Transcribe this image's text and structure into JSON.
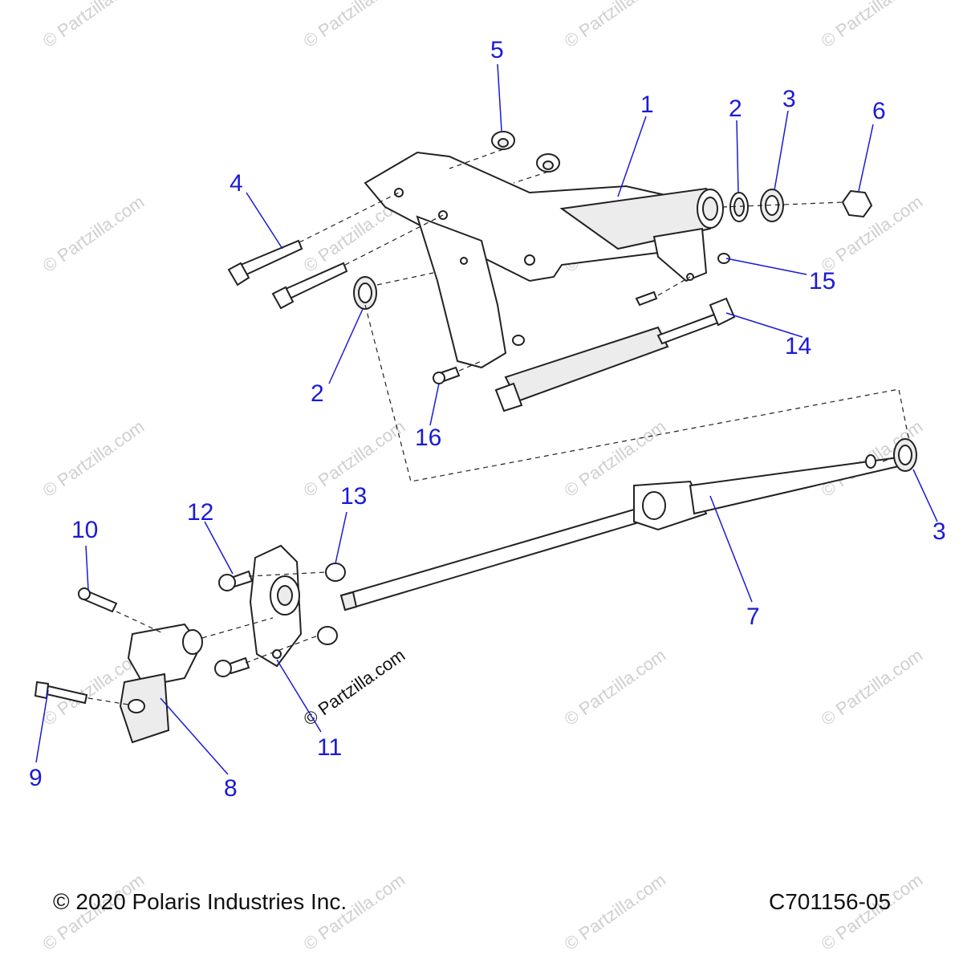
{
  "footer": {
    "copyright": "© 2020 Polaris Industries Inc.",
    "figure_id": "C701156-05"
  },
  "watermark": {
    "text": "© Partzilla.com"
  },
  "callouts": [
    {
      "num": "1"
    },
    {
      "num": "2"
    },
    {
      "num": "3"
    },
    {
      "num": "4"
    },
    {
      "num": "5"
    },
    {
      "num": "6"
    },
    {
      "num": "2"
    },
    {
      "num": "3"
    },
    {
      "num": "7"
    },
    {
      "num": "8"
    },
    {
      "num": "9"
    },
    {
      "num": "10"
    },
    {
      "num": "11"
    },
    {
      "num": "12"
    },
    {
      "num": "13"
    },
    {
      "num": "14"
    },
    {
      "num": "15"
    },
    {
      "num": "16"
    }
  ],
  "colors": {
    "callout": "#1a1ad6",
    "line": "#222222",
    "watermark": "#cfcfcf"
  }
}
